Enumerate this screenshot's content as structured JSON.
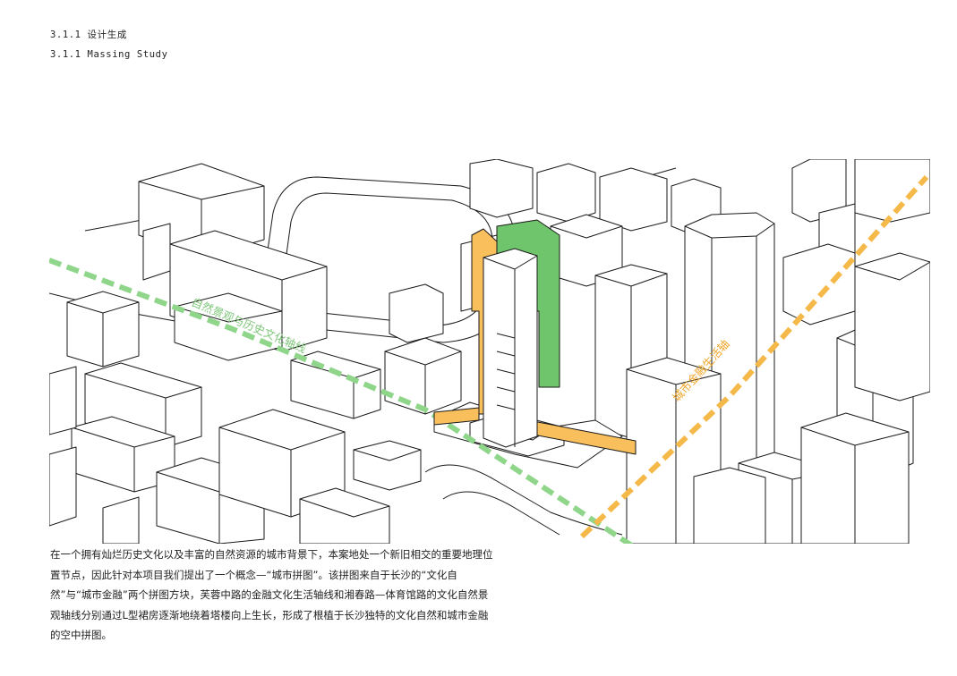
{
  "section": {
    "heading_cn": "3.1.1 设计生成",
    "heading_en": "3.1.1 Massing Study"
  },
  "diagram": {
    "axis_culture_nature_label": "自然景观与历史文化轴线",
    "axis_city_finance_label": "城市金融生活轴",
    "colors": {
      "culture_nature_axis": "#8fd68b",
      "city_finance_axis": "#f5b94a",
      "orange_mass": "#f8bf5c",
      "green_mass": "#6fc56b",
      "line": "#1a1a1a"
    }
  },
  "caption": "在一个拥有灿烂历史文化以及丰富的自然资源的城市背景下，本案地处一个新旧相交的重要地理位置节点，因此针对本项目我们提出了一个概念—“城市拼图”。该拼图来自于长沙的“文化自然”与“城市金融”两个拼图方块，芙蓉中路的金融文化生活轴线和湘春路—体育馆路的文化自然景观轴线分别通过L型裙房逐渐地绕着塔楼向上生长，形成了根植于长沙独特的文化自然和城市金融的空中拼图。"
}
